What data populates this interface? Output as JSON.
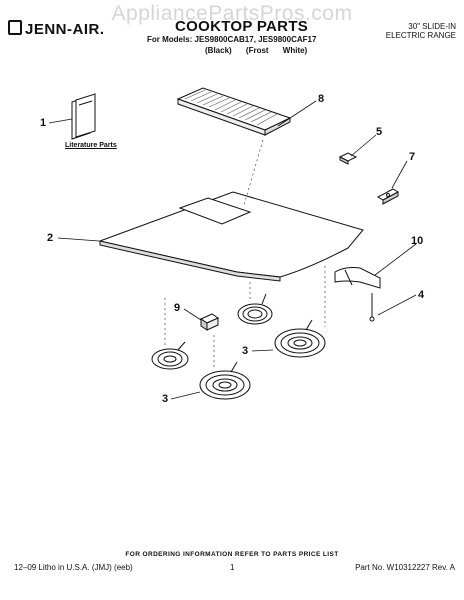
{
  "watermark": "AppliancePartsPros.com",
  "header": {
    "brand": "JENN-AIR.",
    "title": "COOKTOP PARTS",
    "models_line": "For Models: JES9800CAB17, JES9800CAF17",
    "variants_line": "(Black) (Frost White)",
    "range_line1": "30\" SLIDE-IN",
    "range_line2": "ELECTRIC RANGE"
  },
  "literature_label": "Literature Parts",
  "callouts": {
    "c1": "1",
    "c2": "2",
    "c3a": "3",
    "c3b": "3",
    "c4": "4",
    "c5": "5",
    "c7": "7",
    "c8": "8",
    "c9": "9",
    "c10": "10"
  },
  "footer": {
    "ordering_note": "FOR ORDERING INFORMATION REFER TO PARTS PRICE LIST",
    "litho": "12–09 Litho in U.S.A. (JMJ) (eeb)",
    "page": "1",
    "part_number": "Part No. W10312227 Rev. A"
  }
}
